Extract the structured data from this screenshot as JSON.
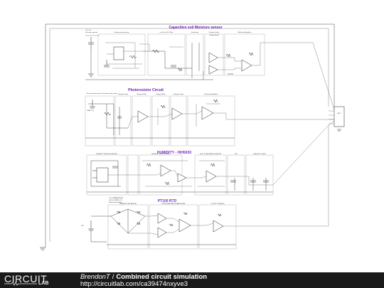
{
  "diagram": {
    "sections": {
      "capacitive": "Capacitive soil Moisture sensor",
      "photoresistor": "Photoresistor Circuit",
      "humidity": "HUMIDITY - HIH5030",
      "rtd": "PT100 RTD"
    }
  },
  "footer": {
    "logo_top": "CIRCUIT",
    "logo_bottom": "LAB",
    "author": "BrendonT",
    "separator": "/",
    "title": "Combined circuit simulation",
    "url": "http://circuitlab.com/ca39474nxyve3"
  }
}
